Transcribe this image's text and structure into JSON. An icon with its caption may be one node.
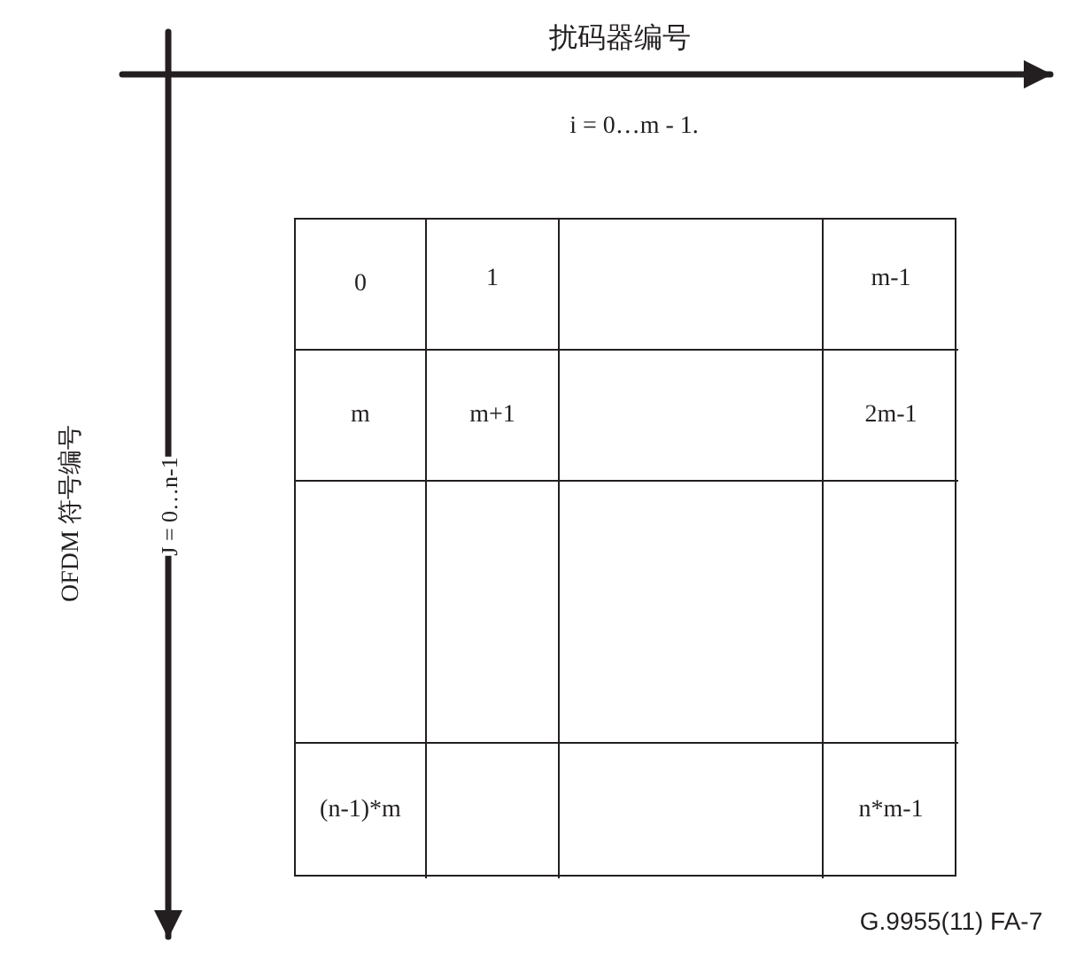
{
  "diagram": {
    "labels": [
      "扰码器编号",
      "i = 0…m - 1.",
      "OFDM 符号编号",
      "J = 0…n-1",
      "0",
      "1",
      "m-1",
      "m",
      "m+1",
      "2m-1",
      "(n-1)*m",
      "n*m-1",
      "G.9955(11)  FA-7"
    ]
  }
}
